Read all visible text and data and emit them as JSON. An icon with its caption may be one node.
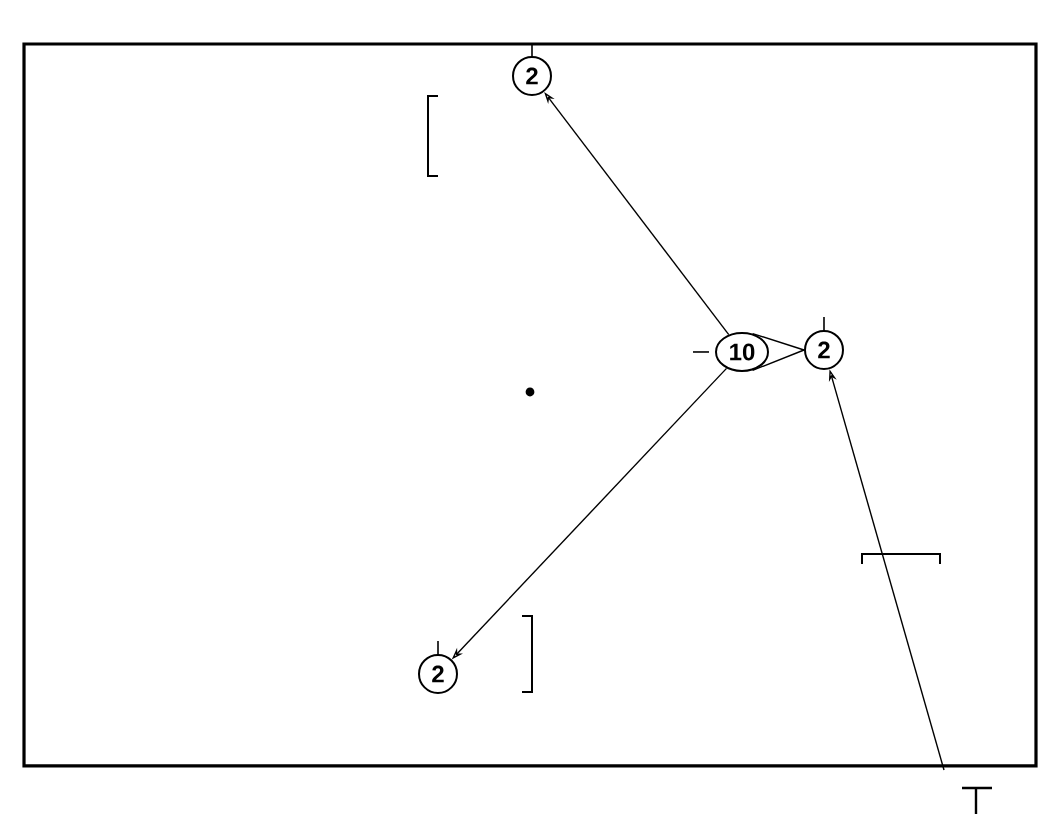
{
  "diagram": {
    "nodes": [
      {
        "text": [
          "2"
        ]
      },
      {
        "text": [
          "10"
        ]
      },
      {
        "text": [
          "2"
        ]
      },
      {
        "text": [
          "2"
        ]
      }
    ],
    "edges": [
      {
        "from": 1,
        "to": 0,
        "arrow": "to"
      },
      {
        "from": 1,
        "to": 3,
        "arrow": "to"
      },
      {
        "from": 1,
        "to": 2,
        "arrow": "none"
      },
      {
        "from": 1,
        "to": 2,
        "arrow": "none"
      },
      {
        "from": null,
        "to": 2,
        "arrow": "to"
      }
    ]
  }
}
